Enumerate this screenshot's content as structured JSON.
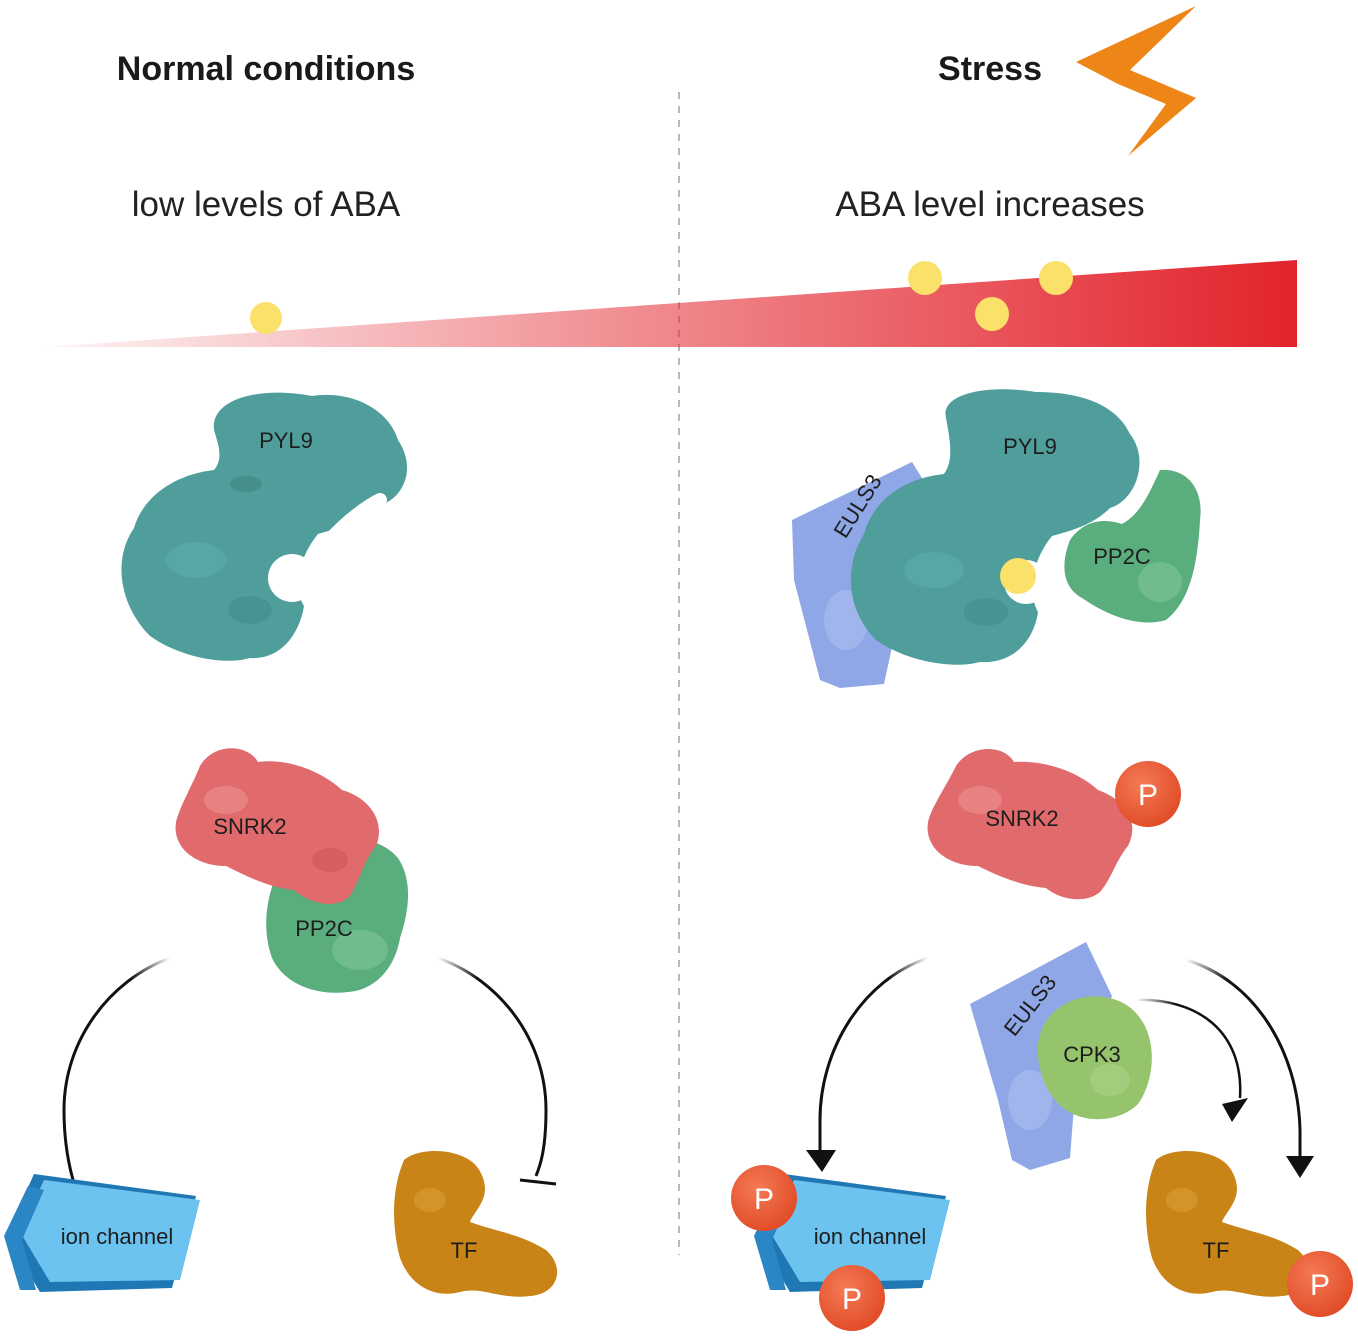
{
  "left_panel": {
    "heading": "Normal conditions",
    "subheading": "low levels of ABA",
    "proteins": {
      "pyl9": "PYL9",
      "snrk2": "SNRK2",
      "pp2c": "PP2C",
      "ion_channel": "ion channel",
      "tf": "TF"
    }
  },
  "right_panel": {
    "heading": "Stress",
    "subheading": "ABA level increases",
    "proteins": {
      "pyl9": "PYL9",
      "euls3_top": "EULS3",
      "pp2c": "PP2C",
      "snrk2": "SNRK2",
      "euls3_bottom": "EULS3",
      "cpk3": "CPK3",
      "ion_channel": "ion channel",
      "tf": "TF"
    },
    "phospho_label": "P"
  },
  "colors": {
    "pyl9": "#4f9e9c",
    "snrk2": "#e06a6c",
    "pp2c": "#5aae7e",
    "euls3": "#8fa7e6",
    "cpk3": "#95c46c",
    "ion_channel": "#6cc3ef",
    "tf": "#c98417",
    "phospho": "#e8502e",
    "aba": "#fbe06a",
    "gradient_end": "#e2232b",
    "bolt": "#ee8617"
  }
}
